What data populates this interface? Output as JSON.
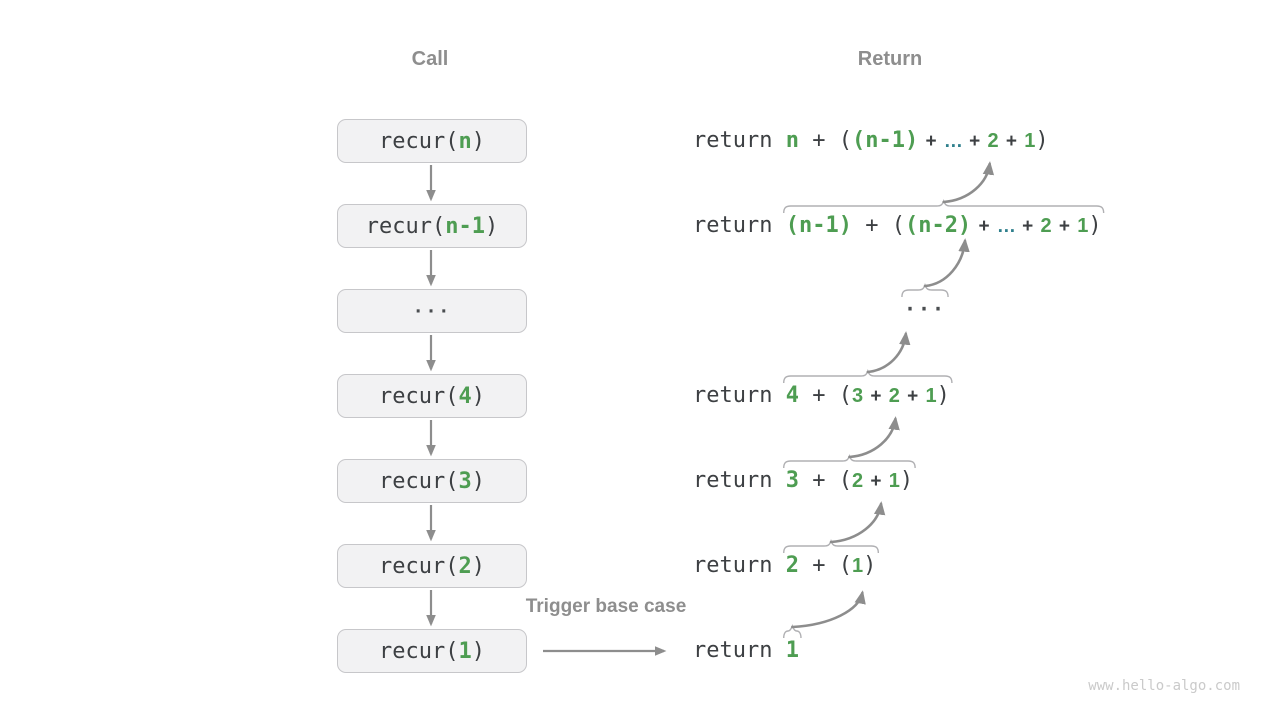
{
  "headers": {
    "call": "Call",
    "return": "Return"
  },
  "annotations": {
    "trigger": "Trigger base case"
  },
  "watermark": "www.hello-algo.com",
  "palette": {
    "code_ink": "#3d4043",
    "accent_green": "#4e9d52",
    "ellipsis_teal": "#2e7f8c",
    "label_gray": "#8e8e8e",
    "arrow_gray": "#8d8d8d",
    "brace_gray": "#b0b0b3",
    "box_fill": "#f2f2f3",
    "box_border": "#c7c7ca"
  },
  "call_stack": [
    {
      "id": "c1",
      "segments": [
        {
          "t": "recur(",
          "s": "mono"
        },
        {
          "t": "n",
          "s": "green"
        },
        {
          "t": ")",
          "s": "mono"
        }
      ]
    },
    {
      "id": "c2",
      "segments": [
        {
          "t": "recur(",
          "s": "mono"
        },
        {
          "t": "n-1",
          "s": "green"
        },
        {
          "t": ")",
          "s": "mono"
        }
      ]
    },
    {
      "id": "c3",
      "type": "ellipsis",
      "text": "···"
    },
    {
      "id": "c4",
      "segments": [
        {
          "t": "recur(",
          "s": "mono"
        },
        {
          "t": "4",
          "s": "green"
        },
        {
          "t": ")",
          "s": "mono"
        }
      ]
    },
    {
      "id": "c5",
      "segments": [
        {
          "t": "recur(",
          "s": "mono"
        },
        {
          "t": "3",
          "s": "green"
        },
        {
          "t": ")",
          "s": "mono"
        }
      ]
    },
    {
      "id": "c6",
      "segments": [
        {
          "t": "recur(",
          "s": "mono"
        },
        {
          "t": "2",
          "s": "green"
        },
        {
          "t": ")",
          "s": "mono"
        }
      ]
    },
    {
      "id": "c7",
      "segments": [
        {
          "t": "recur(",
          "s": "mono"
        },
        {
          "t": "1",
          "s": "green"
        },
        {
          "t": ")",
          "s": "mono"
        }
      ]
    }
  ],
  "returns": [
    {
      "id": "r1",
      "segments": [
        {
          "t": "return ",
          "s": "mono"
        },
        {
          "t": "n",
          "s": "green"
        },
        {
          "t": " + ",
          "s": "mono"
        },
        {
          "t": "(",
          "s": "mono"
        },
        {
          "t": "(n-1)",
          "s": "green"
        },
        {
          "t": " + ",
          "s": "sans"
        },
        {
          "t": "…",
          "s": "dots"
        },
        {
          "t": " + ",
          "s": "sans"
        },
        {
          "t": "2",
          "s": "tgreen"
        },
        {
          "t": " + ",
          "s": "sans"
        },
        {
          "t": "1",
          "s": "tgreen"
        },
        {
          "t": ")",
          "s": "mono"
        }
      ]
    },
    {
      "id": "r2",
      "segments": [
        {
          "t": "return ",
          "s": "mono"
        },
        {
          "t": "(n-1)",
          "s": "green"
        },
        {
          "t": " + ",
          "s": "mono"
        },
        {
          "t": "(",
          "s": "mono"
        },
        {
          "t": "(n-2)",
          "s": "green"
        },
        {
          "t": " + ",
          "s": "sans"
        },
        {
          "t": "…",
          "s": "dots"
        },
        {
          "t": " + ",
          "s": "sans"
        },
        {
          "t": "2",
          "s": "tgreen"
        },
        {
          "t": " + ",
          "s": "sans"
        },
        {
          "t": "1",
          "s": "tgreen"
        },
        {
          "t": ")",
          "s": "mono"
        }
      ]
    },
    {
      "id": "rmid",
      "type": "ellipsis",
      "text": "···"
    },
    {
      "id": "r4",
      "segments": [
        {
          "t": "return ",
          "s": "mono"
        },
        {
          "t": "4",
          "s": "green"
        },
        {
          "t": " + ",
          "s": "mono"
        },
        {
          "t": "(",
          "s": "mono"
        },
        {
          "t": "3",
          "s": "tgreen"
        },
        {
          "t": " + ",
          "s": "sans"
        },
        {
          "t": "2",
          "s": "tgreen"
        },
        {
          "t": " + ",
          "s": "sans"
        },
        {
          "t": "1",
          "s": "tgreen"
        },
        {
          "t": ")",
          "s": "mono"
        }
      ]
    },
    {
      "id": "r5",
      "segments": [
        {
          "t": "return ",
          "s": "mono"
        },
        {
          "t": "3",
          "s": "green"
        },
        {
          "t": " + ",
          "s": "mono"
        },
        {
          "t": "(",
          "s": "mono"
        },
        {
          "t": "2",
          "s": "tgreen"
        },
        {
          "t": " + ",
          "s": "sans"
        },
        {
          "t": "1",
          "s": "tgreen"
        },
        {
          "t": ")",
          "s": "mono"
        }
      ]
    },
    {
      "id": "r6",
      "segments": [
        {
          "t": "return ",
          "s": "mono"
        },
        {
          "t": "2",
          "s": "green"
        },
        {
          "t": " + ",
          "s": "mono"
        },
        {
          "t": "(",
          "s": "mono"
        },
        {
          "t": "1",
          "s": "tgreen"
        },
        {
          "t": ")",
          "s": "mono"
        }
      ]
    },
    {
      "id": "r7",
      "segments": [
        {
          "t": "return ",
          "s": "mono"
        },
        {
          "t": "1",
          "s": "green"
        }
      ]
    }
  ]
}
